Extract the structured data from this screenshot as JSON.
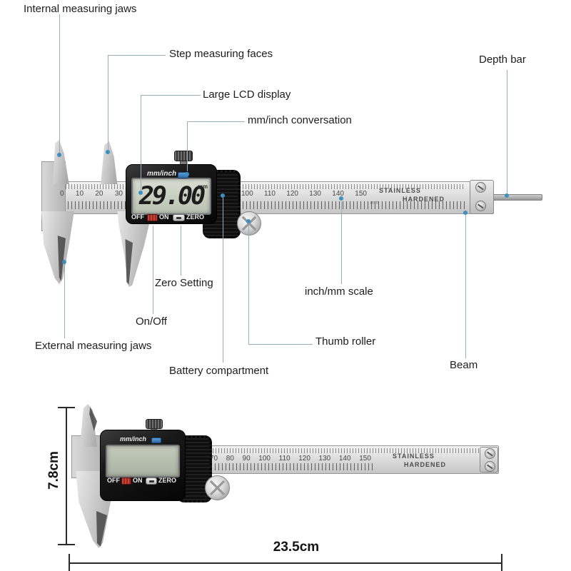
{
  "labels": {
    "internal_jaws": "Internal measuring jaws",
    "step_faces": "Step measuring faces",
    "lcd_display": "Large LCD display",
    "mm_inch_conversion": "mm/inch conversation",
    "depth_bar": "Depth bar",
    "zero_setting": "Zero Setting",
    "on_off": "On/Off",
    "external_jaws": "External measuring jaws",
    "inch_mm_scale": "inch/mm scale",
    "thumb_roller": "Thumb roller",
    "battery_compartment": "Battery compartment",
    "beam": "Beam"
  },
  "caliper_top": {
    "lcd_reading": "29.00",
    "lcd_unit": "mm",
    "mode_label": "mm/inch",
    "btn_off": "OFF",
    "btn_on": "ON",
    "btn_zero": "ZERO",
    "scale_left": [
      "0",
      "10",
      "20",
      "30"
    ],
    "scale_right": [
      "100",
      "110",
      "120",
      "130",
      "140",
      "150"
    ],
    "scale_unit": "mm",
    "beam_mark_line1": "STAINLESS",
    "beam_mark_line2": "HARDENED"
  },
  "caliper_bottom": {
    "mode_label": "mm/inch",
    "btn_off": "OFF",
    "btn_on": "ON",
    "btn_zero": "ZERO",
    "scale": [
      "70",
      "80",
      "90",
      "100",
      "110",
      "120",
      "130",
      "140",
      "150"
    ],
    "beam_mark_line1": "STAINLESS",
    "beam_mark_line2": "HARDENED"
  },
  "dimensions": {
    "overall_height": "7.8cm",
    "overall_length": "23.5cm"
  },
  "colors": {
    "leader_line": "#93aebc",
    "leader_dot": "#3d8fbf",
    "head_black": "#161616",
    "lcd_green": "#c9d0c3",
    "red_button": "#b5342c",
    "blue_button": "#3f86c6",
    "silver_button": "#dddddd"
  }
}
